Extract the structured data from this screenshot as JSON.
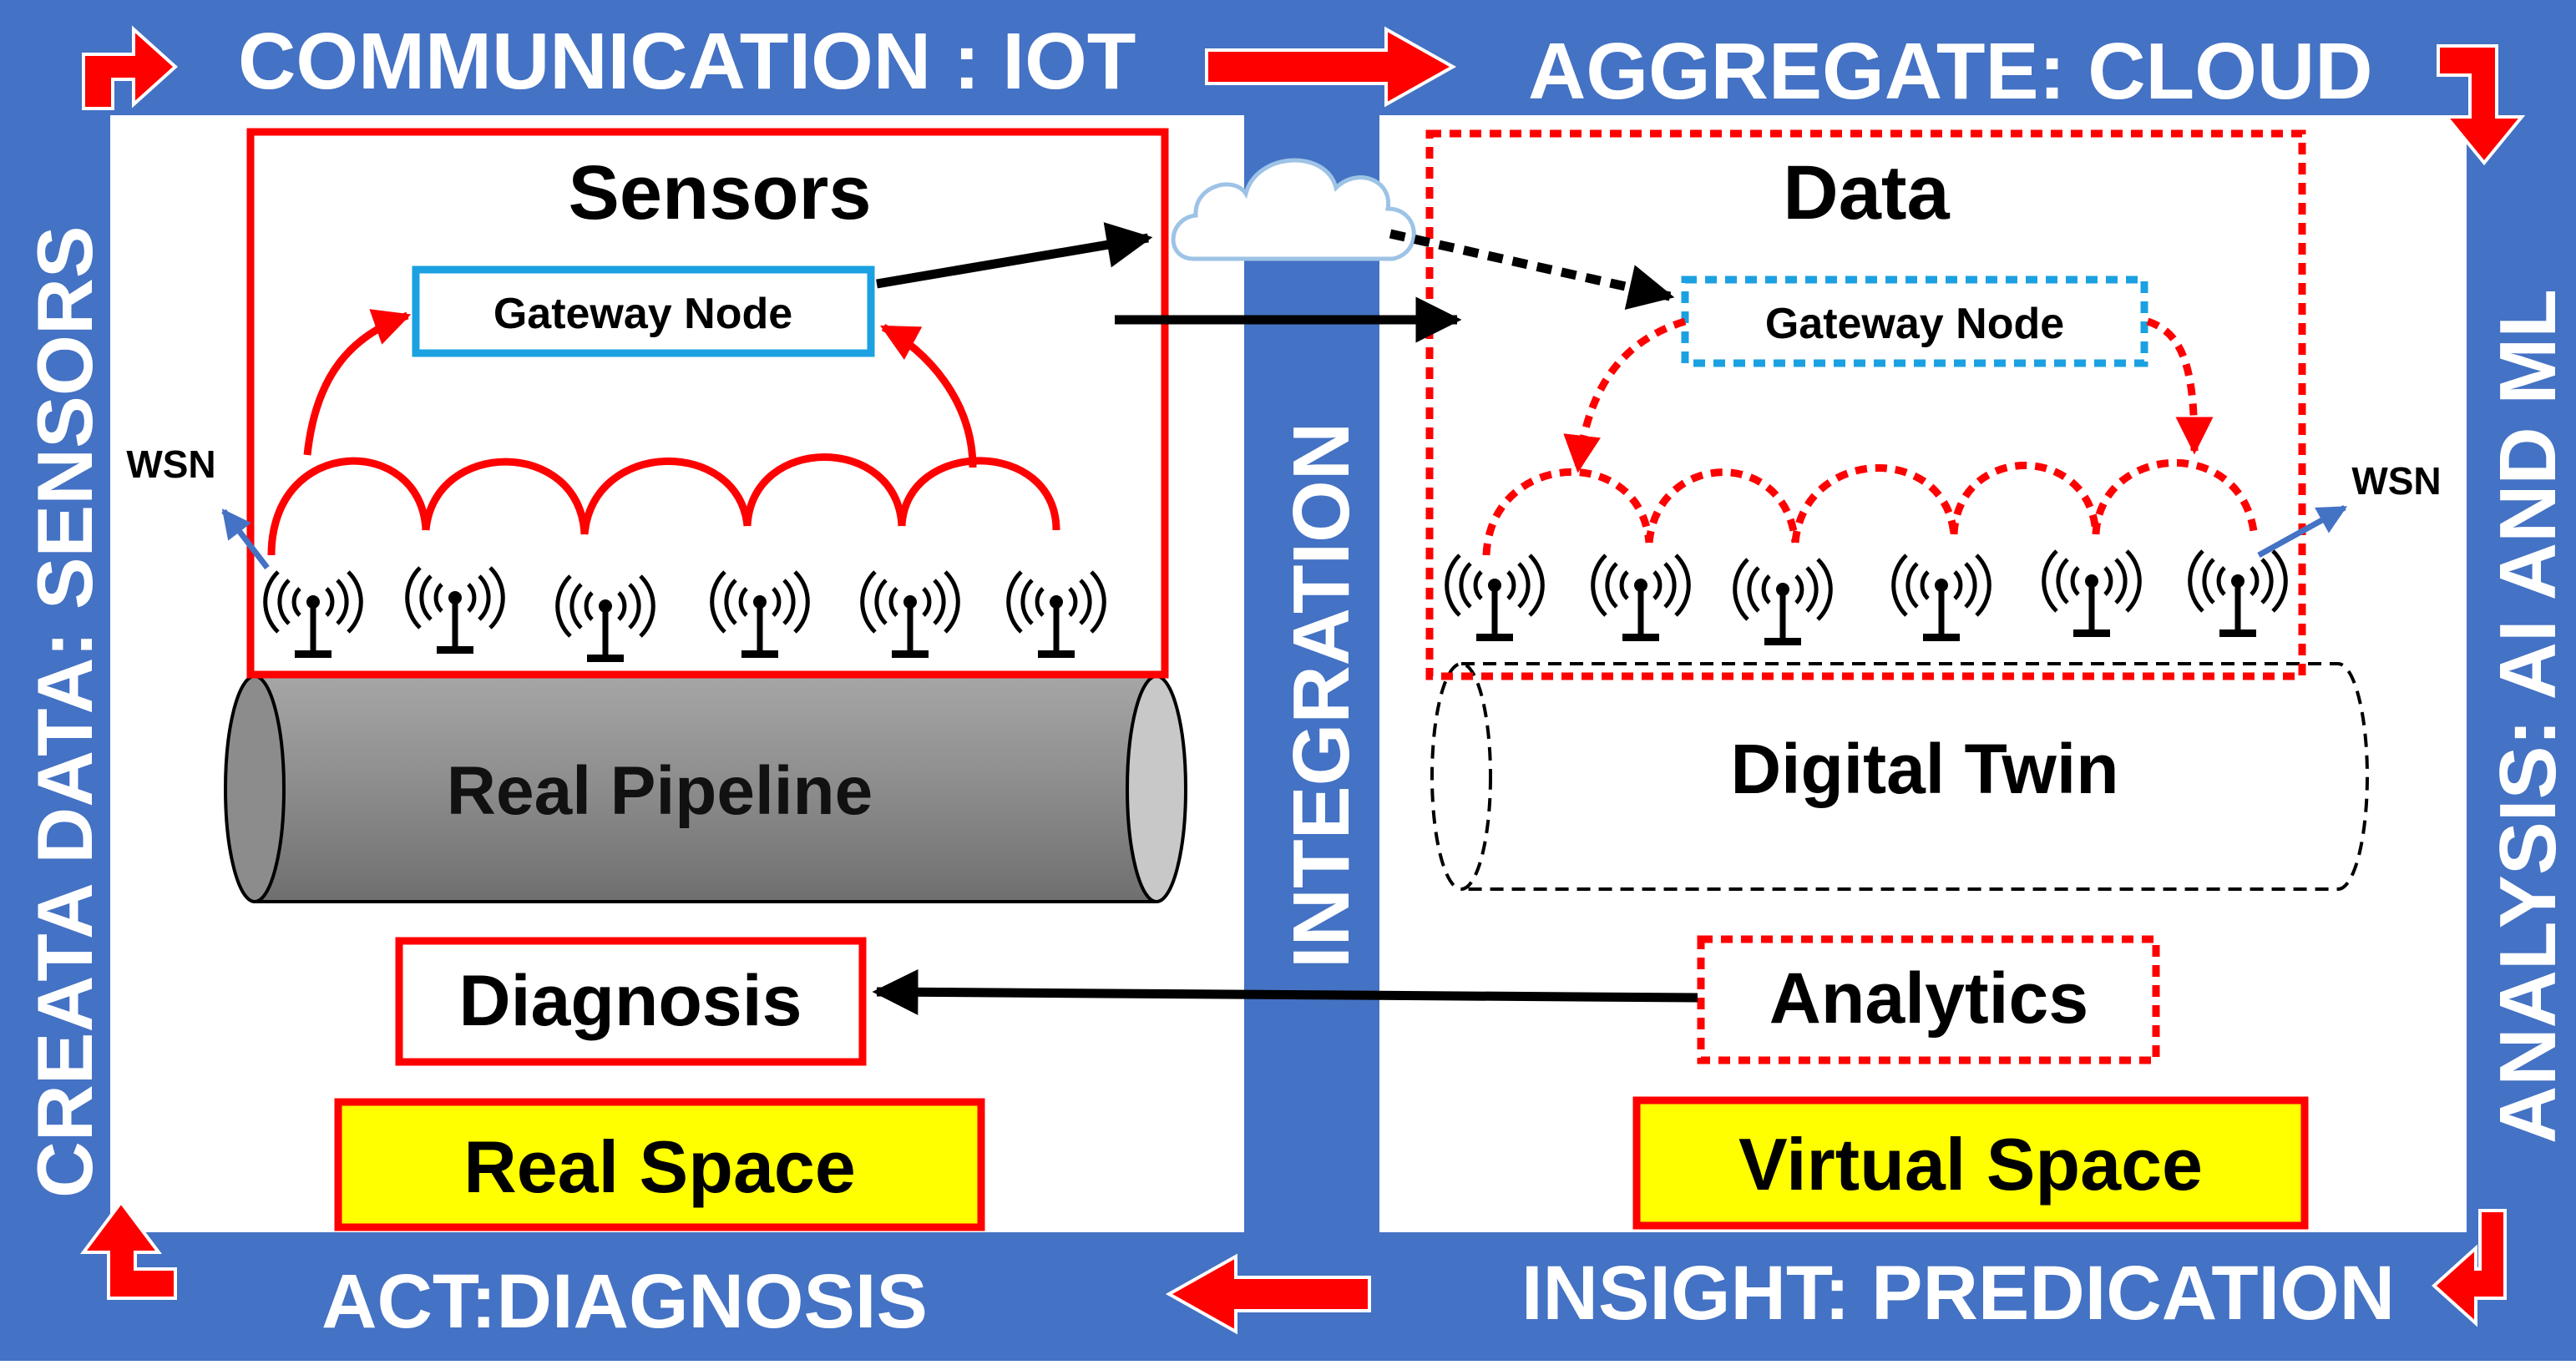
{
  "frame": {
    "top_left": "COMMUNICATION : IOT",
    "top_right": "AGGREGATE: CLOUD",
    "bottom_left": "ACT:DIAGNOSIS",
    "bottom_right": "INSIGHT: PREDICATION",
    "left": "CREATA DATA: SENSORS",
    "right": "ANALYSIS: AI AND ML",
    "center": "INTEGRATION"
  },
  "real": {
    "sensors_title": "Sensors",
    "gateway": "Gateway Node",
    "wsn": "WSN",
    "pipeline": "Real Pipeline",
    "diagnosis": "Diagnosis",
    "space": "Real Space"
  },
  "virtual": {
    "data_title": "Data",
    "gateway": "Gateway Node",
    "wsn": "WSN",
    "twin": "Digital Twin",
    "analytics": "Analytics",
    "space": "Virtual Space"
  },
  "colors": {
    "frame_blue": "#4472c4",
    "accent_red": "#ff0000",
    "gateway_blue": "#1ba1e2",
    "label_yellow": "#ffff00"
  }
}
